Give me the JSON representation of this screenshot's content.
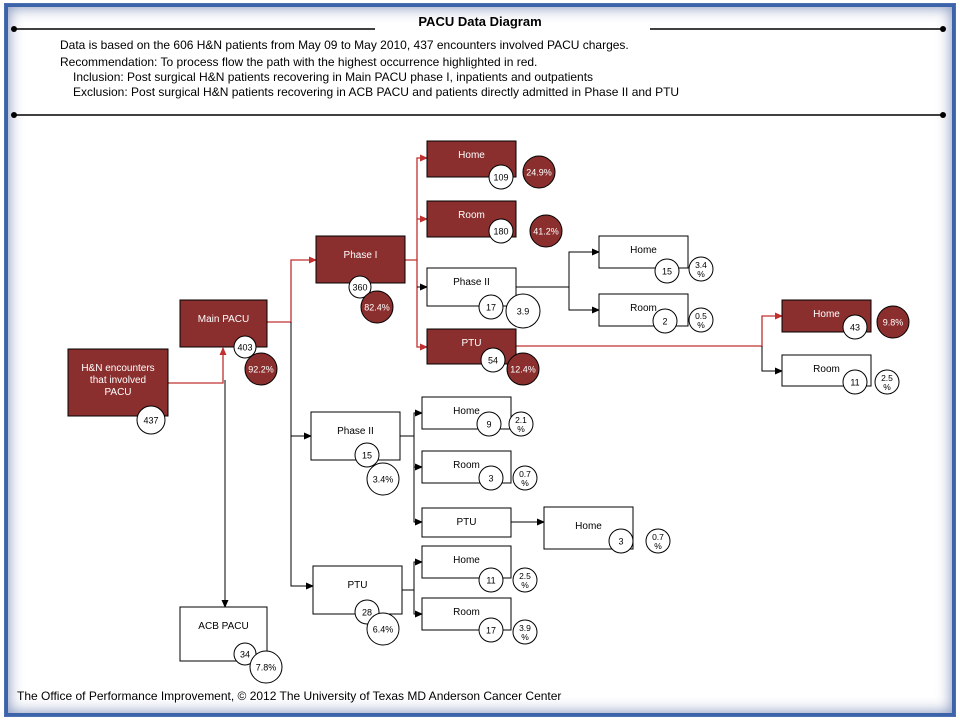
{
  "title": "PACU Data Diagram",
  "header": {
    "line1": "Data is based on the 606 H&N patients from May 09 to May 2010, 437 encounters involved PACU charges.",
    "line2": "Recommendation: To process flow the path with the highest occurrence highlighted in red.",
    "line3": "Inclusion:  Post surgical H&N patients recovering in Main PACU phase I, inpatients and outpatients",
    "line4": "Exclusion: Post surgical H&N patients recovering in ACB PACU and patients directly admitted in Phase II and PTU"
  },
  "footer": "The Office of Performance Improvement, © 2012 The University of Texas MD Anderson Cancer Center",
  "colors": {
    "highlight": "#8b2e2e",
    "arrow_red": "#c0302f",
    "frame": "#3d63a8"
  },
  "nodes": {
    "hn": {
      "label": [
        "H&N encounters",
        "that involved",
        "PACU"
      ],
      "count": "437",
      "highlight": true
    },
    "main_pacu": {
      "label": [
        "Main PACU"
      ],
      "count": "403",
      "pct": "92.2%",
      "highlight": true
    },
    "acb_pacu": {
      "label": [
        "ACB PACU"
      ],
      "count": "34",
      "pct": "7.8%"
    },
    "phase1": {
      "label": [
        "Phase I"
      ],
      "count": "360",
      "pct": "82.4%",
      "highlight": true
    },
    "p1_home": {
      "label": [
        "Home"
      ],
      "count": "109",
      "pct": "24.9%",
      "highlight": true
    },
    "p1_room": {
      "label": [
        "Room"
      ],
      "count": "180",
      "pct": "41.2%",
      "highlight": true
    },
    "p1_phase2": {
      "label": [
        "Phase II"
      ],
      "count": "17",
      "pct": "3.9"
    },
    "p1_p2_home": {
      "label": [
        "Home"
      ],
      "count": "15",
      "pct": [
        "3.4",
        "%"
      ]
    },
    "p1_p2_room": {
      "label": [
        "Room"
      ],
      "count": "2",
      "pct": [
        "0.5",
        "%"
      ]
    },
    "p1_ptu": {
      "label": [
        "PTU"
      ],
      "count": "54",
      "pct": "12.4%",
      "highlight": true
    },
    "ptu_home": {
      "label": [
        "Home"
      ],
      "count": "43",
      "pct": "9.8%",
      "highlight": true
    },
    "ptu_room": {
      "label": [
        "Room"
      ],
      "count": "11",
      "pct": [
        "2.5",
        "%"
      ]
    },
    "phase2": {
      "label": [
        "Phase II"
      ],
      "count": "15",
      "pct": "3.4%"
    },
    "p2_home": {
      "label": [
        "Home"
      ],
      "count": "9",
      "pct": [
        "2.1",
        "%"
      ]
    },
    "p2_room": {
      "label": [
        "Room"
      ],
      "count": "3",
      "pct": [
        "0.7",
        "%"
      ]
    },
    "p2_ptu": {
      "label": [
        "PTU"
      ]
    },
    "p2_ptu_home": {
      "label": [
        "Home"
      ],
      "count": "3",
      "pct": [
        "0.7",
        "%"
      ]
    },
    "ptu": {
      "label": [
        "PTU"
      ],
      "count": "28",
      "pct": "6.4%"
    },
    "ptu2_home": {
      "label": [
        "Home"
      ],
      "count": "11",
      "pct": [
        "2.5",
        "%"
      ]
    },
    "ptu2_room": {
      "label": [
        "Room"
      ],
      "count": "17",
      "pct": [
        "3.9",
        "%"
      ]
    }
  }
}
